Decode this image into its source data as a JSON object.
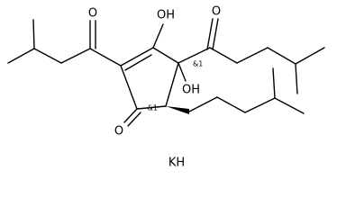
{
  "molecule": {
    "atoms": {
      "o_ketone_left": "O",
      "oh_top": "OH",
      "o_ketone_right": "O",
      "oh_mid": "OH",
      "o_ring": "O",
      "stereo_c4": "&1",
      "stereo_c5": "&1",
      "counterion": "KH"
    },
    "colors": {
      "bond": "#000000",
      "background": "#ffffff"
    }
  }
}
